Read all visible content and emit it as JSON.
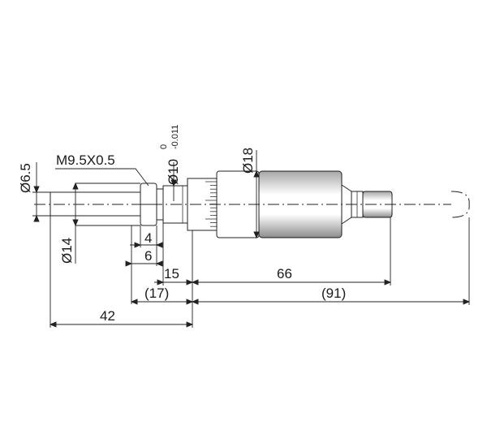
{
  "dimensions": {
    "spindle_dia": "Ø6.5",
    "thread": "M9.5X0.5",
    "stem_dia_main": "Ø10",
    "stem_tol_upper": "0",
    "stem_tol_lower": "-0.011",
    "thimble_dia": "Ø18",
    "shoulder_dia": "Ø14",
    "len_4": "4",
    "len_6": "6",
    "len_15": "15",
    "len_66": "66",
    "len_17": "(17)",
    "len_91": "(91)",
    "len_42": "42"
  }
}
